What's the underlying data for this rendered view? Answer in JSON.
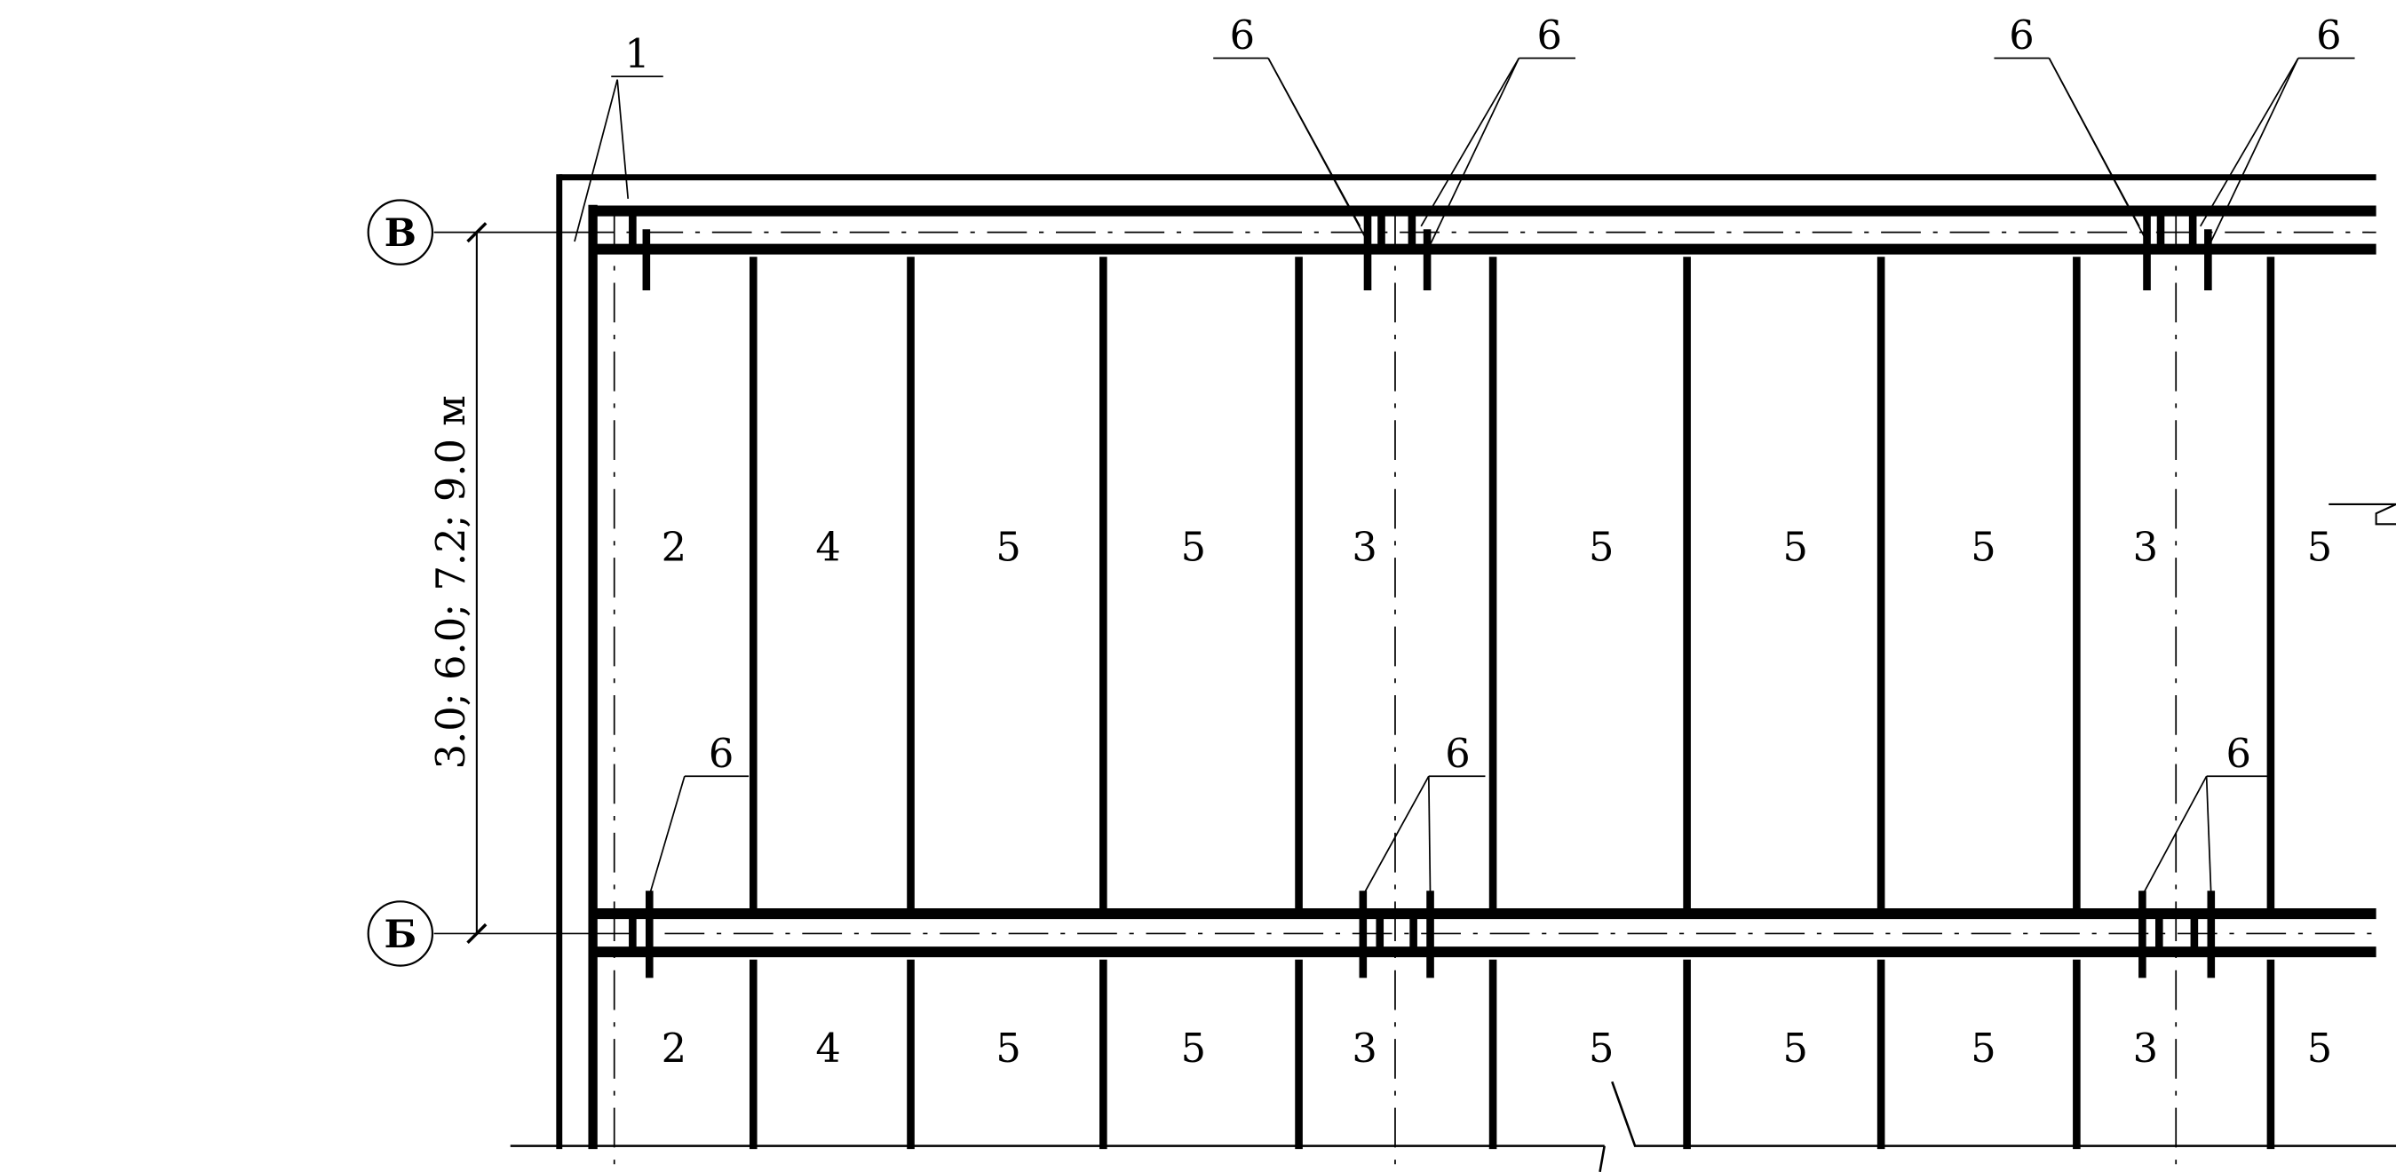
{
  "axes": {
    "top": "В",
    "bottom": "Б"
  },
  "dimension": "3.0; 6.0; 7.2; 9.0 м",
  "callouts": {
    "wall": "1",
    "anchor": "6"
  },
  "panels_row1": [
    "2",
    "4",
    "5",
    "5",
    "3",
    "5",
    "5",
    "5",
    "3",
    "5"
  ],
  "panels_row2": [
    "2",
    "4",
    "5",
    "5",
    "3",
    "5",
    "5",
    "5",
    "3",
    "5"
  ],
  "colors": {
    "ink": "#000000",
    "paper": "#ffffff"
  }
}
